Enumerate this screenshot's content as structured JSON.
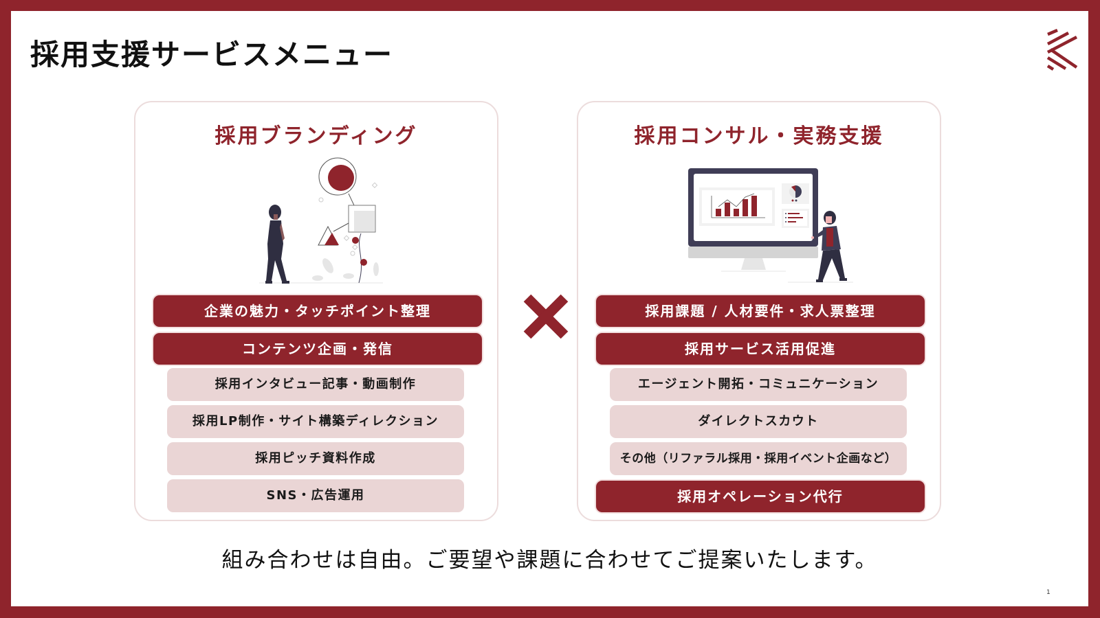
{
  "slide": {
    "title": "採用支援サービスメニュー",
    "page_number": "1",
    "footer_message": "組み合わせは自由。ご要望や課題に合わせてご提案いたします。",
    "colors": {
      "brand": "#8f242c",
      "pill_light": "#ead5d5",
      "card_border": "#ecdcdc",
      "background": "#ffffff"
    },
    "icons": {
      "logo": "chevron-stripes-logo-icon",
      "combine": "cross-multiply-icon"
    }
  },
  "left_card": {
    "title": "採用ブランディング",
    "illustration": "woman-walking-toward-shapes-illustration",
    "primary_items": [
      {
        "label": "企業の魅力・タッチポイント整理"
      },
      {
        "label": "コンテンツ企画・発信"
      }
    ],
    "secondary_items": [
      {
        "label": "採用インタビュー記事・動画制作"
      },
      {
        "label": "採用LP制作・サイト構築ディレクション"
      },
      {
        "label": "採用ピッチ資料作成"
      },
      {
        "label": "SNS・広告運用"
      }
    ]
  },
  "right_card": {
    "title": "採用コンサル・実務支援",
    "illustration": "woman-presenting-dashboard-monitor-illustration",
    "primary_items": [
      {
        "label": "採用課題 / 人材要件・求人票整理"
      },
      {
        "label": "採用サービス活用促進"
      },
      {
        "label": "採用オペレーション代行"
      }
    ],
    "secondary_items": [
      {
        "label": "エージェント開拓・コミュニケーション"
      },
      {
        "label": "ダイレクトスカウト"
      },
      {
        "label": "その他（リファラル採用・採用イベント企画など）"
      }
    ]
  }
}
